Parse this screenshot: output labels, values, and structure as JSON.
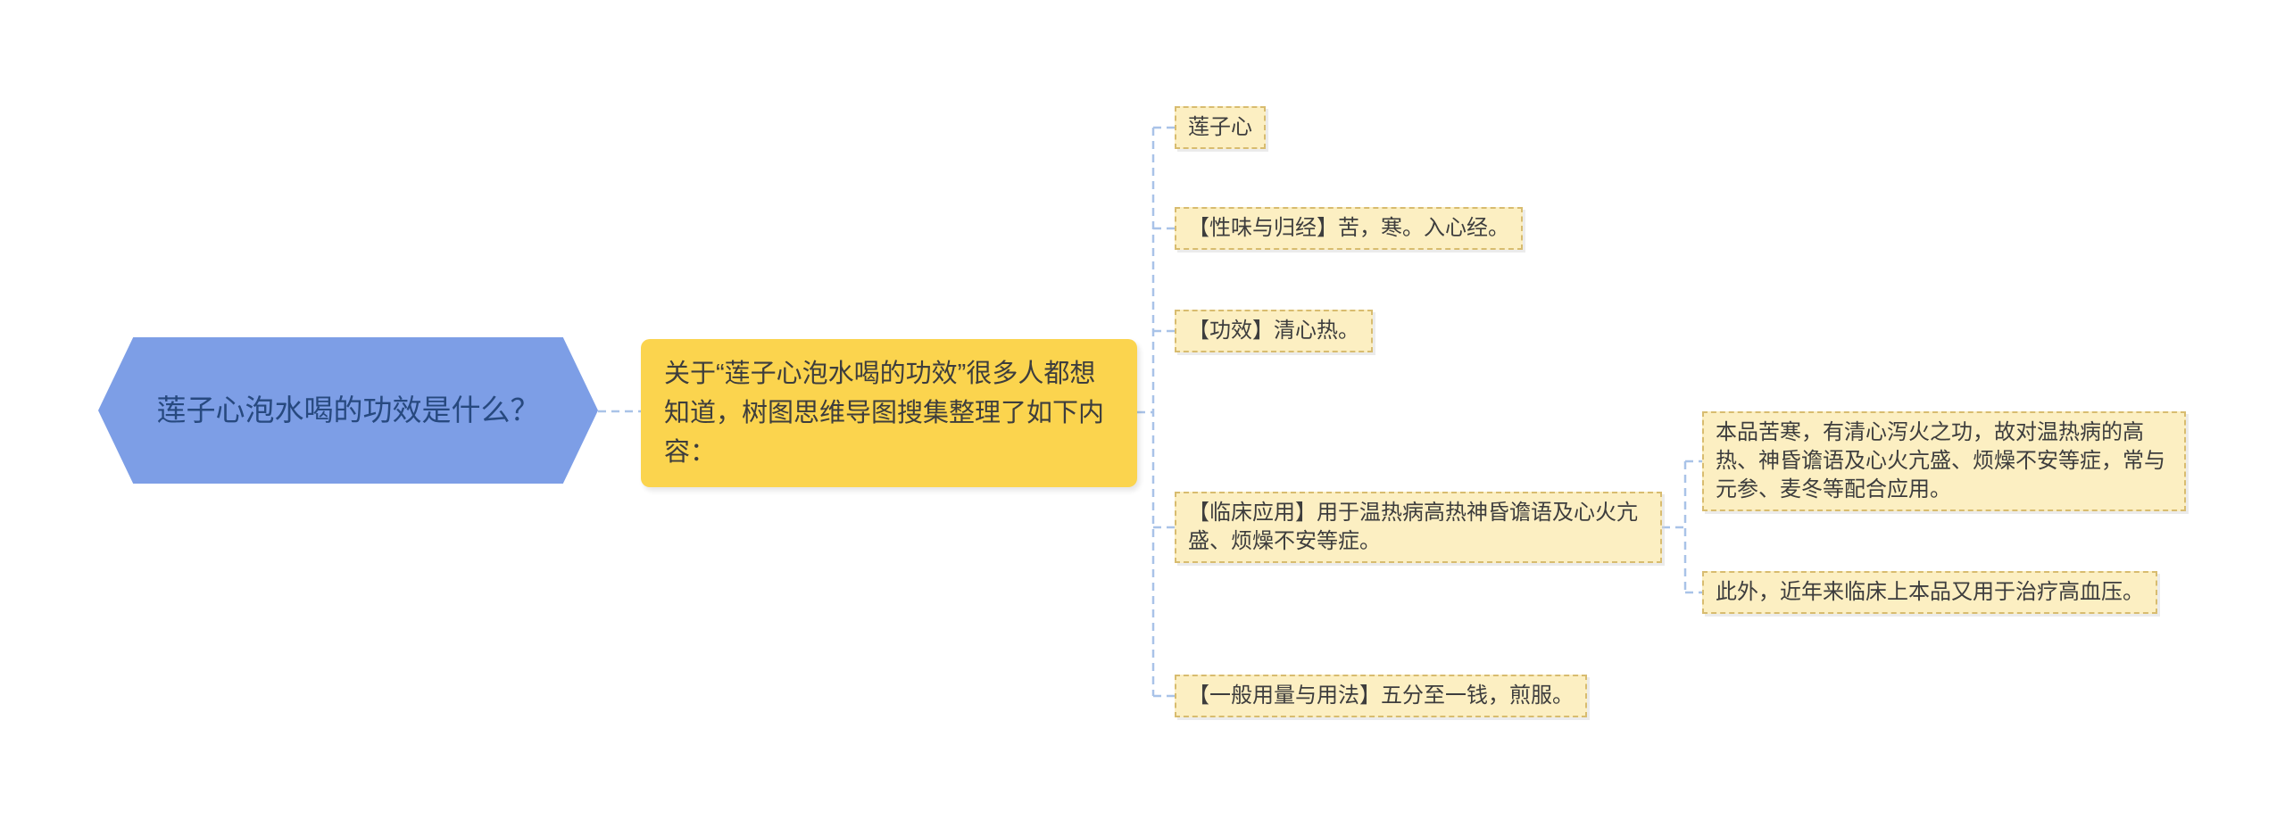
{
  "root": {
    "label": "莲子心泡水喝的功效是什么？"
  },
  "intro": {
    "label": "关于“莲子心泡水喝的功效”很多人都想知道，树图思维导图搜集整理了如下内容："
  },
  "branches": [
    {
      "label": "莲子心"
    },
    {
      "label": "【性味与归经】苦，寒。入心经。"
    },
    {
      "label": "【功效】清心热。"
    },
    {
      "label": "【临床应用】用于温热病高热神昏谵语及心火亢盛、烦燥不安等症。"
    },
    {
      "label": "【一般用量与用法】五分至一钱，煎服。"
    }
  ],
  "sub_branches": [
    {
      "label": "本品苦寒，有清心泻火之功，故对温热病的高热、神昏谵语及心火亢盛、烦燥不安等症，常与元参、麦冬等配合应用。"
    },
    {
      "label": "此外，近年来临床上本品又用于治疗高血压。"
    }
  ],
  "colors": {
    "root_bg": "#7D9EE6",
    "root_text": "#27497F",
    "intro_bg": "#FBD44E",
    "branch_bg": "#FCEFC2",
    "branch_border": "#D8BC6F",
    "connector": "#A9C3E8",
    "text": "#3D3D3D"
  }
}
